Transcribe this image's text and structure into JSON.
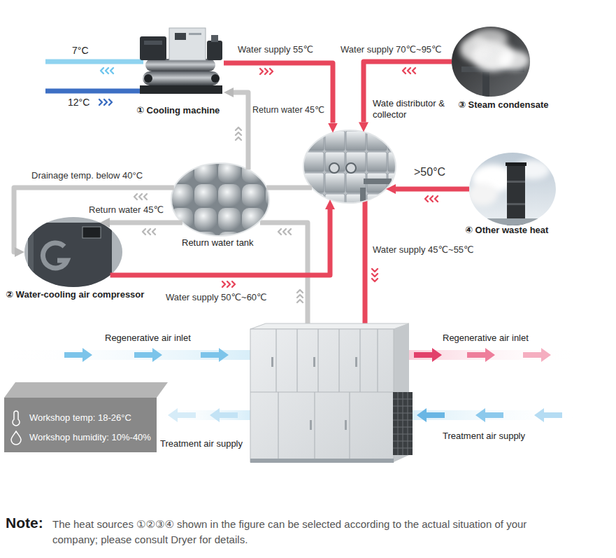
{
  "diagram": {
    "nodes": [
      {
        "text": [
          "① Cooling machine"
        ]
      },
      {
        "text": [
          "③ Steam condensate"
        ]
      },
      {
        "text": [
          "Wate distributor & collector"
        ]
      },
      {
        "text": [
          "Return water tank"
        ]
      },
      {
        "text": [
          "④ Other waste heat"
        ]
      },
      {
        "text": [
          "② Water-cooling air compressor"
        ]
      },
      {
        "text": [
          "Workshop temp: 18-26°C",
          "Workshop humidity: 10%-40%"
        ]
      }
    ],
    "edges": [
      {
        "from": 0,
        "to": 2,
        "arrow": "to",
        "label": "Water supply 55℃"
      },
      {
        "from": 1,
        "to": 2,
        "arrow": "to",
        "label": "Water supply 70℃~95℃"
      },
      {
        "from": 3,
        "to": 0,
        "arrow": "to",
        "label": "Return water 45℃"
      },
      {
        "from": 4,
        "to": 2,
        "arrow": "to",
        "label": ">50°C"
      },
      {
        "from": 3,
        "to": 5,
        "arrow": "to",
        "label": "Drainage temp. below 40°C"
      },
      {
        "from": 3,
        "to": 5,
        "arrow": "to",
        "label": "Return water 45℃"
      },
      {
        "from": 5,
        "to": 2,
        "arrow": "to",
        "label": "Water supply 50℃~60℃"
      },
      {
        "from": 3,
        "to": 2,
        "arrow": "none"
      }
    ],
    "labels": [
      "7°C",
      "12°C",
      "Water supply 45℃~55℃",
      "Regenerative air inlet",
      "Regenerative air inlet",
      "Treatment air supply",
      "Treatment air supply",
      "Note:",
      "The heat sources ①②③④ shown in the figure can be selected according to the actual situation of your company; please consult Dryer for details."
    ]
  }
}
